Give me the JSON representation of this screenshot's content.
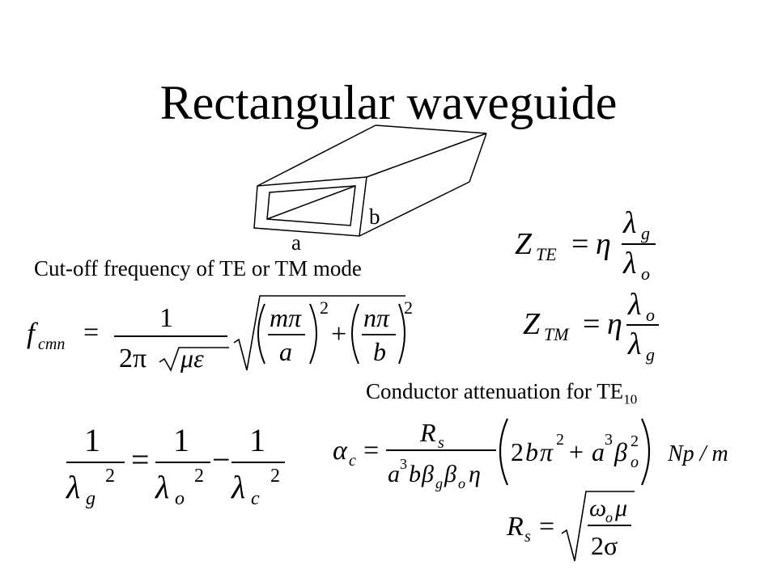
{
  "slide": {
    "title": "Rectangular waveguide",
    "diagram": {
      "label_a": "a",
      "label_b": "b"
    },
    "cutoff_heading": "Cut-off frequency of TE or TM mode",
    "attenuation_heading": {
      "text": "Conductor attenuation for TE",
      "subscript": "10"
    },
    "equations": {
      "z_te": {
        "lhs": "Z",
        "lhs_sub": "TE",
        "eq": "=",
        "eta": "η",
        "num": "λ",
        "num_sub": "g",
        "den": "λ",
        "den_sub": "o"
      },
      "z_tm": {
        "lhs": "Z",
        "lhs_sub": "TM",
        "eq": "=",
        "eta": "η",
        "num": "λ",
        "num_sub": "o",
        "den": "λ",
        "den_sub": "g"
      },
      "f_cutoff": {
        "lhs": "f",
        "lhs_sub": "cmn",
        "eq": "=",
        "one": "1",
        "two_pi": "2π",
        "mu_eps": "με",
        "m_pi": "mπ",
        "a": "a",
        "plus": "+",
        "n_pi": "nπ",
        "b": "b",
        "exp2": "2"
      },
      "lambda_rel": {
        "one": "1",
        "eq": "=",
        "minus": "−",
        "lambda": "λ",
        "g": "g",
        "o": "o",
        "c": "c",
        "exp2": "2"
      },
      "alpha_c": {
        "alpha": "α",
        "alpha_sub": "c",
        "eq": "=",
        "num": "R",
        "num_sub": "s",
        "den_a": "a",
        "den_a_exp": "3",
        "den_b": "b",
        "den_beta": "β",
        "den_g": "g",
        "den_o": "o",
        "den_eta": "η",
        "paren_open": "(",
        "two_b": "2",
        "b": "b",
        "pi": "π",
        "exp2": "2",
        "plus": "+",
        "a": "a",
        "exp3": "3",
        "beta": "β",
        "o": "o",
        "paren_close": ")",
        "units": "Np / m"
      },
      "r_s": {
        "lhs": "R",
        "lhs_sub": "s",
        "eq": "=",
        "omega": "ω",
        "o": "o",
        "mu": "μ",
        "two_sigma": "2σ"
      }
    }
  }
}
